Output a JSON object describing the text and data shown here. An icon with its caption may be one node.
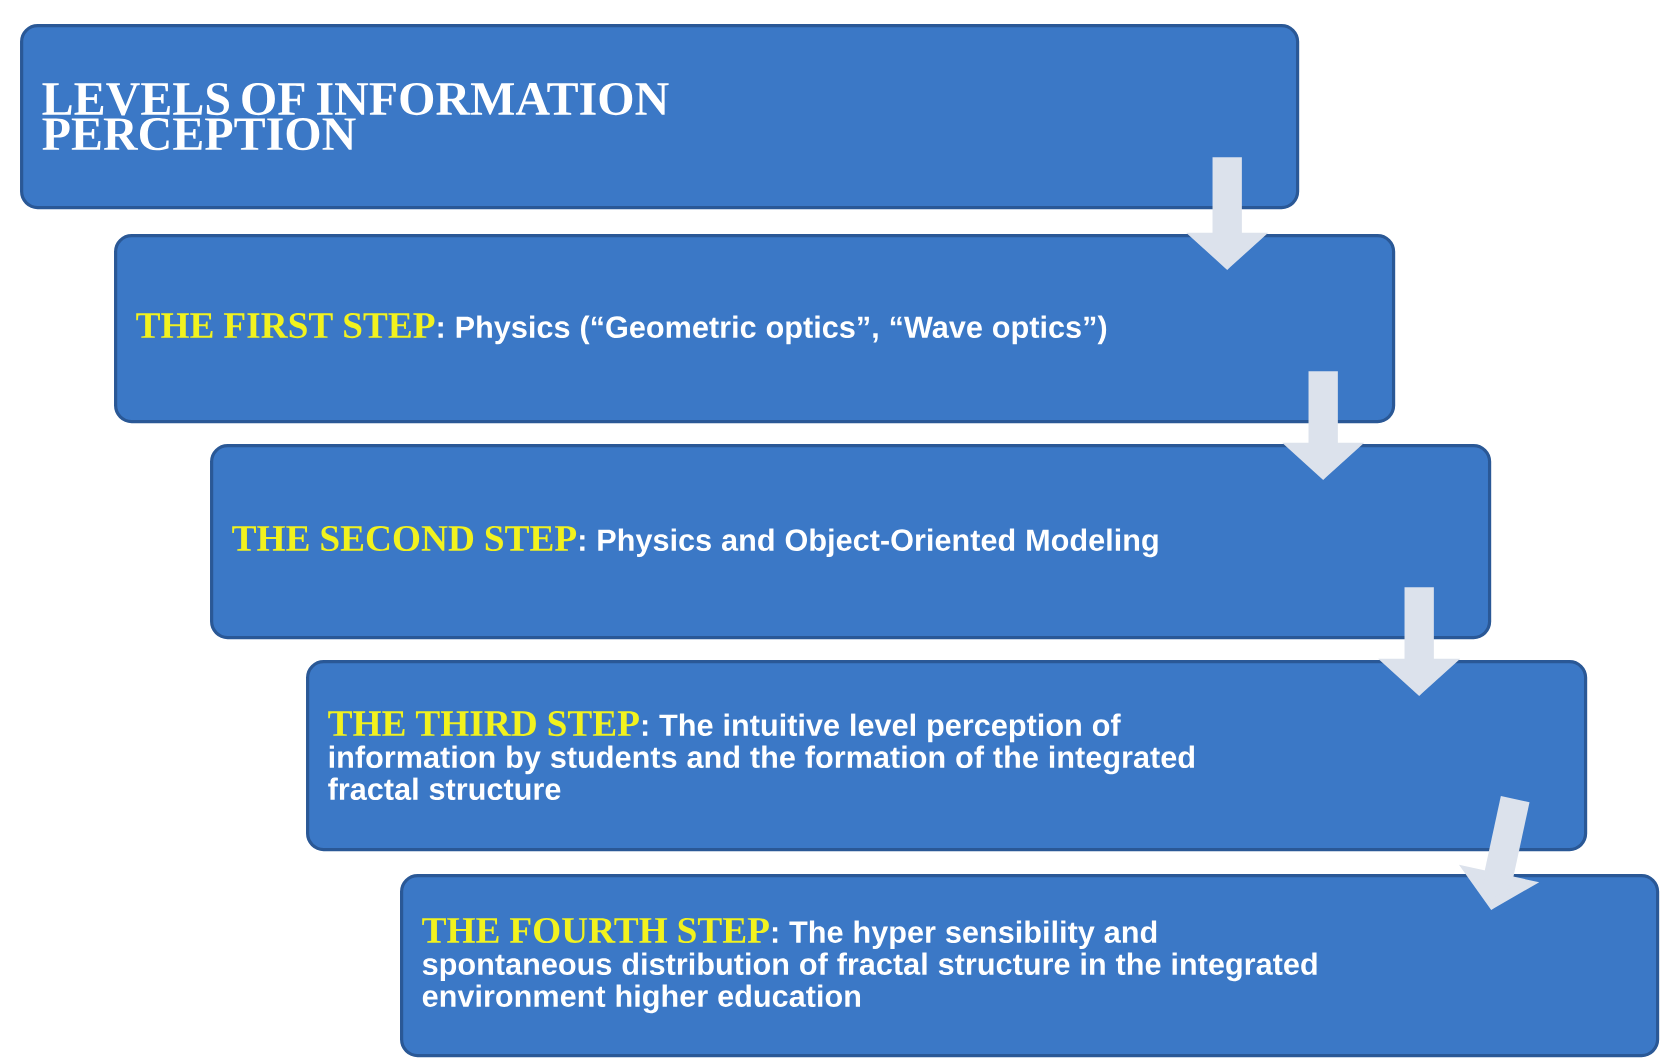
{
  "diagram": {
    "nodes": [
      {
        "text": [
          "LEVELS OF INFORMATION PERCEPTION"
        ]
      },
      {
        "text": [
          "THE FIRST STEP",
          ": Physics (“Geometric optics”, “Wave optics”)"
        ]
      },
      {
        "text": [
          "THE SECOND STEP",
          ": Physics and  Object-Oriented Modeling"
        ]
      },
      {
        "text": [
          "THE THIRD STEP",
          ": The intuitive level perception of information by students and the formation of the integrated fractal structure"
        ]
      },
      {
        "text": [
          "THE FOURTH STEP",
          ": The hyper sensibility and spontaneous distribution of fractal structure in the integrated environment higher education"
        ]
      }
    ],
    "edges": [
      {
        "from": 0,
        "to": 1,
        "arrow": "to"
      },
      {
        "from": 1,
        "to": 2,
        "arrow": "to"
      },
      {
        "from": 2,
        "to": 3,
        "arrow": "to"
      },
      {
        "from": 3,
        "to": 4,
        "arrow": "to"
      }
    ]
  }
}
